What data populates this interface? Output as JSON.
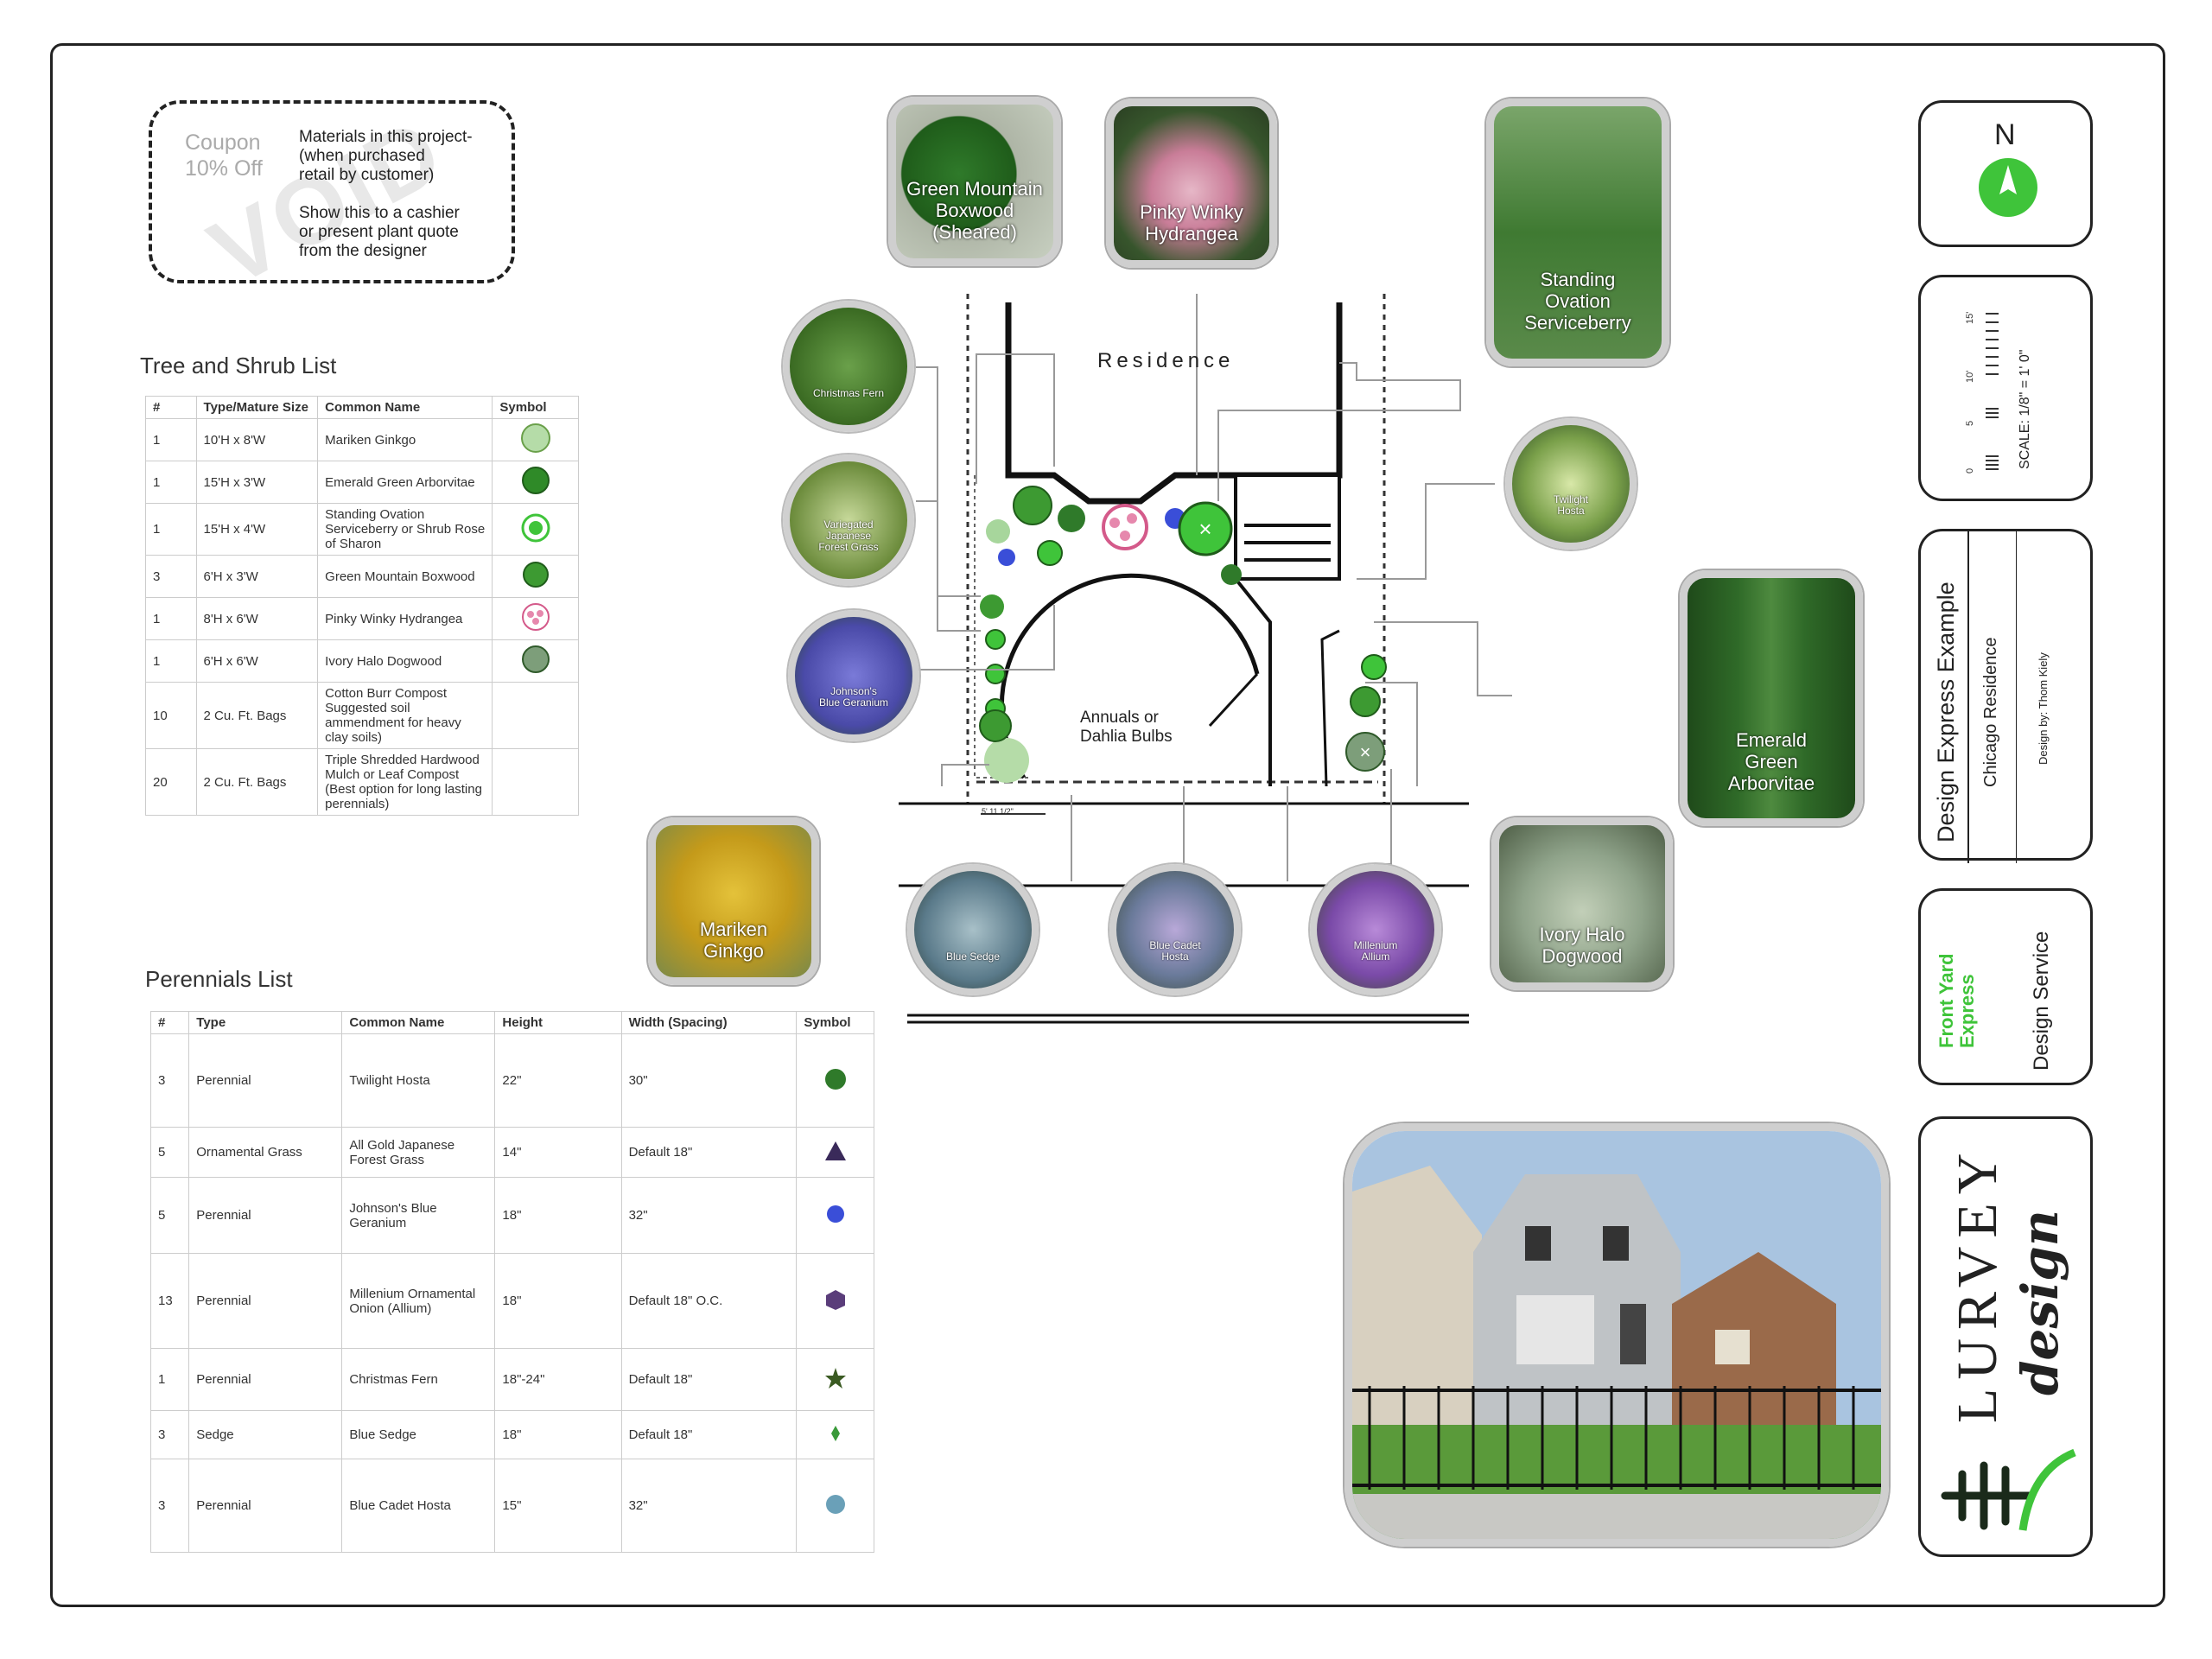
{
  "coupon": {
    "title": "Coupon\n10% Off",
    "body": "Materials in this project-\n(when purchased\nretail by customer)\n\nShow this to a cashier\nor present plant quote\nfrom the designer",
    "watermark": "VOID"
  },
  "tree_list": {
    "title": "Tree and Shrub  List",
    "headers": [
      "#",
      "Type/Mature Size",
      "Common Name",
      "Symbol"
    ],
    "rows": [
      {
        "n": "1",
        "size": "10'H x 8'W",
        "name": "Mariken  Ginkgo"
      },
      {
        "n": "1",
        "size": "15'H x 3'W",
        "name": "Emerald Green Arborvitae"
      },
      {
        "n": "1",
        "size": "15'H x 4'W",
        "name": "Standing Ovation Serviceberry or Shrub Rose of Sharon"
      },
      {
        "n": "3",
        "size": "6'H x 3'W",
        "name": "Green Mountain Boxwood"
      },
      {
        "n": "1",
        "size": "8'H x 6'W",
        "name": "Pinky Winky Hydrangea"
      },
      {
        "n": "1",
        "size": "6'H x 6'W",
        "name": "Ivory Halo Dogwood"
      },
      {
        "n": "10",
        "size": "2 Cu. Ft. Bags",
        "name": "Cotton Burr Compost Suggested soil ammendment for heavy clay soils)"
      },
      {
        "n": "20",
        "size": "2 Cu. Ft. Bags",
        "name": "Triple Shredded Hardwood Mulch or Leaf Compost (Best option for long lasting perennials)"
      }
    ]
  },
  "perennial_list": {
    "title": "Perennials List",
    "headers": [
      "#",
      "Type",
      "Common Name",
      "Height",
      "Width (Spacing)",
      "Symbol"
    ],
    "rows": [
      {
        "n": "3",
        "type": "Perennial",
        "name": "Twilight Hosta",
        "height": "22\"",
        "width": "30\""
      },
      {
        "n": "5",
        "type": "Ornamental Grass",
        "name": "All Gold Japanese Forest Grass",
        "height": "14\"",
        "width": "Default 18\""
      },
      {
        "n": "5",
        "type": "Perennial",
        "name": "Johnson's Blue Geranium",
        "height": "18\"",
        "width": "32\""
      },
      {
        "n": "13",
        "type": "Perennial",
        "name": "Millenium Ornamental Onion (Allium)",
        "height": "18\"",
        "width": "Default 18\" O.C."
      },
      {
        "n": "1",
        "type": "Perennial",
        "name": "Christmas Fern",
        "height": "18\"-24\"",
        "width": "Default 18\""
      },
      {
        "n": "3",
        "type": "Sedge",
        "name": "Blue Sedge",
        "height": "18\"",
        "width": "Default 18\""
      },
      {
        "n": "3",
        "type": "Perennial",
        "name": "Blue Cadet Hosta",
        "height": "15\"",
        "width": "32\""
      }
    ]
  },
  "plan": {
    "residence": "Residence",
    "annuals": "Annuals or\nDahlia Bulbs",
    "dimension": "5' 11 1/2\""
  },
  "photos": {
    "green_mountain": "Green Mountain\nBoxwood\n(Sheared)",
    "pinky": "Pinky Winky\nHydrangea",
    "standing": "Standing\nOvation\nServiceberry",
    "christmas": "Christmas Fern",
    "forest_grass": "Variegated\nJapanese\nForest Grass",
    "geranium": "Johnson's\nBlue Geranium",
    "twilight": "Twilight\nHosta",
    "emerald": "Emerald\nGreen\nArborvitae",
    "mariken": "Mariken\nGinkgo",
    "blue_sedge": "Blue Sedge",
    "blue_cadet": "Blue Cadet\nHosta",
    "millenium": "Millenium\nAllium",
    "ivory": "Ivory Halo\nDogwood"
  },
  "north": "N",
  "scale": {
    "label": "SCALE: 1/8\" = 1' 0\"",
    "ticks": [
      "0",
      "5",
      "10'",
      "15'"
    ]
  },
  "project": {
    "title": "Design Express Example",
    "subtitle": "Chicago Residence",
    "designer": "Design by:  Thom Kiely"
  },
  "service": {
    "brand": "Front Yard\nExpress",
    "label": "Design Service"
  },
  "logo": {
    "name": "LURVEY",
    "script": "design"
  },
  "colors": {
    "accent": "#3fc43a",
    "green_dark": "#2f7a2a",
    "purple": "#5a3d7a",
    "blue": "#3a4ed8"
  }
}
